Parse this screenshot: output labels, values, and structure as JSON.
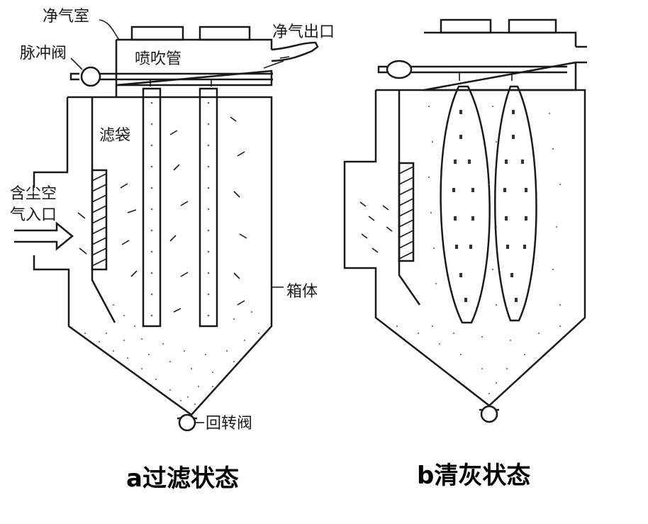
{
  "diagram_a": {
    "labels": {
      "clean_chamber": "净气室",
      "clean_outlet": "净气出口",
      "pulse_valve": "脉冲阀",
      "blow_pipe": "喷吹管",
      "filter_bag": "滤袋",
      "inlet_line1": "含尘空",
      "inlet_line2": "气入口",
      "housing": "箱体",
      "rotary_valve": "回转阀"
    },
    "caption": "a过滤状态"
  },
  "diagram_b": {
    "caption": "b清灰状态"
  },
  "colors": {
    "line": "#1a1a1a",
    "dust": "#555555",
    "caption": "#000000"
  }
}
